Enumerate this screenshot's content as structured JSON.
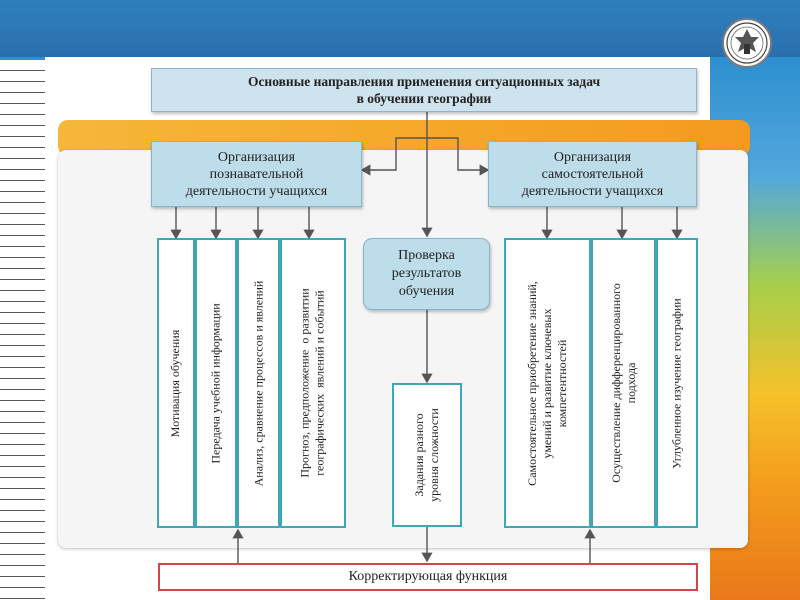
{
  "diagram": {
    "title": "Основные направления применения ситуационных задач\nв обучении географии",
    "left_org": "Организация\nпознавательной\nдеятельности учащихся",
    "right_org": "Организация\nсамостоятельной\nдеятельности учащихся",
    "check": "Проверка\nрезультатов\nобучения",
    "tasks": "Задания разного\nуровня сложности",
    "left_columns": [
      "Мотивация обучения",
      "Передача учебной информации",
      "Анализ, сравнение процессов и явлений",
      "Прогноз, предположение  о развитии\nгеографических  явлений и событий"
    ],
    "right_columns": [
      "Самостоятельное приобретение знаний,\nумений и развитие ключевых\nкомпетентностей",
      "Осуществление дифференцированного\nподхода",
      "Углубленное изучение географии"
    ],
    "correction": "Корректирующая функция"
  },
  "colors": {
    "header_bar": "#2a6fad",
    "box_fill": "#bcdde9",
    "column_border": "#3fa5b7",
    "correction_border": "#d24848"
  }
}
